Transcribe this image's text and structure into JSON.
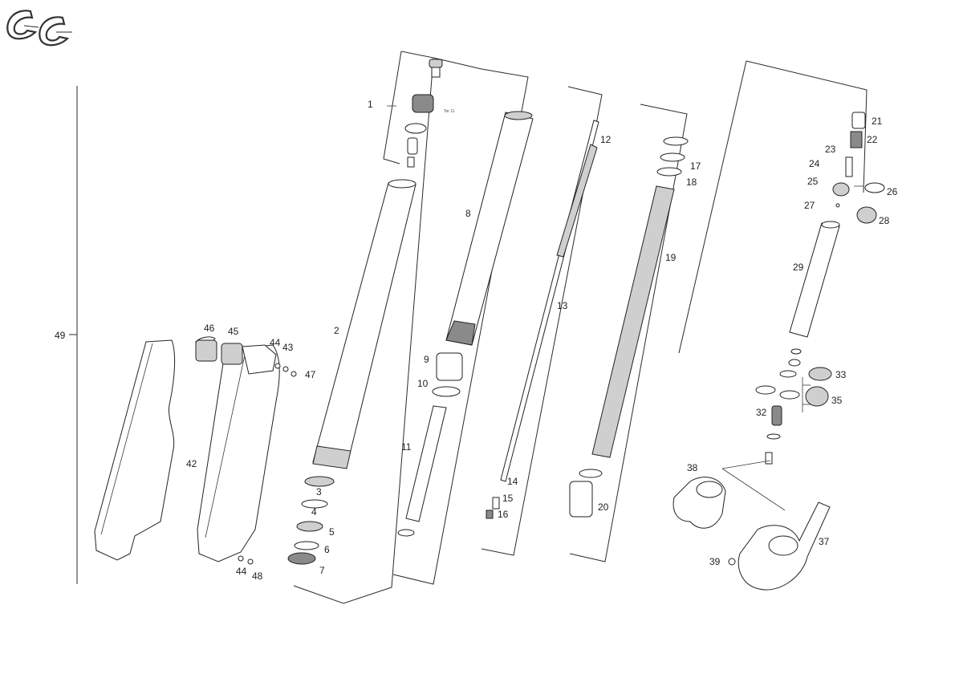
{
  "logo_text": "GG",
  "labels": {
    "p1": "1",
    "p2": "2",
    "p3": "3",
    "p4": "4",
    "p5": "5",
    "p6": "6",
    "p7": "7",
    "p8": "8",
    "p9": "9",
    "p10": "10",
    "p11": "11",
    "p12": "12",
    "p13": "13",
    "p14": "14",
    "p15": "15",
    "p16": "16",
    "p17": "17",
    "p18": "18",
    "p19": "19",
    "p20": "20",
    "p21": "21",
    "p22": "22",
    "p23": "23",
    "p24": "24",
    "p25": "25",
    "p26": "26",
    "p27": "27",
    "p28": "28",
    "p29": "29",
    "p32": "32",
    "p33": "33",
    "p35": "35",
    "p37": "37",
    "p38": "38",
    "p39": "39",
    "p42": "42",
    "p43": "43",
    "p44a": "44",
    "p44b": "44",
    "p45": "45",
    "p46": "46",
    "p47": "47",
    "p48": "48",
    "p49": "49"
  }
}
